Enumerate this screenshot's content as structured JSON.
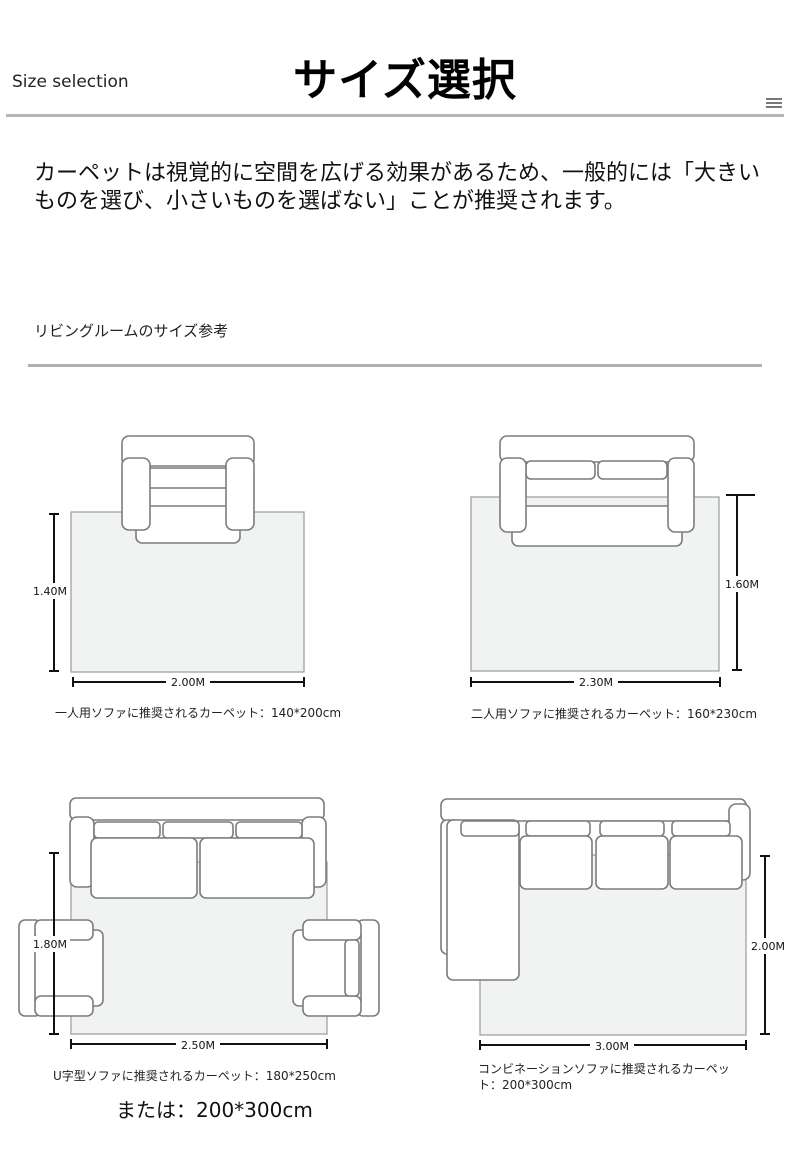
{
  "header": {
    "size_label": "Size selection",
    "title": "サイズ選択",
    "menu_icon": "hamburger-icon"
  },
  "description": "カーペットは視覚的に空間を広げる効果があるため、一般的には「大きいものを選び、小さいものを選ばない」ことが推奨されます。",
  "section_title": "リビングルームのサイズ参考",
  "layouts": [
    {
      "name": "single-sofa",
      "width_label": "2.00M",
      "height_label": "1.40M",
      "caption": "一人用ソファに推奨されるカーペット：140*200cm"
    },
    {
      "name": "double-sofa",
      "width_label": "2.30M",
      "height_label": "1.60M",
      "caption": "二人用ソファに推奨されるカーペット：160*230cm"
    },
    {
      "name": "u-sofa",
      "width_label": "2.50M",
      "height_label": "1.80M",
      "caption": "U字型ソファに推奨されるカーペット：180*250cm"
    },
    {
      "name": "combination-sofa",
      "width_label": "3.00M",
      "height_label": "2.00M",
      "caption_line1": "コンビネーションソファに推奨されるカーペッ",
      "caption_line2": "ト：200*300cm"
    }
  ],
  "alt_size": "または：200*300cm",
  "colors": {
    "rug": "#f1f3f3",
    "rug_stroke": "#9a9a9a",
    "sofa_stroke": "#7c7c7c",
    "dimension": "#111111"
  }
}
